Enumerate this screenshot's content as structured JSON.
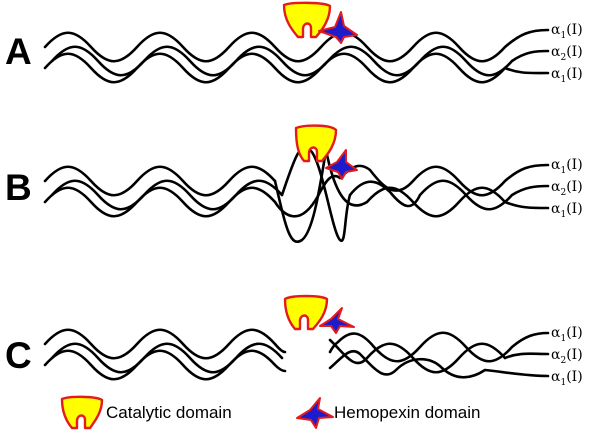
{
  "panels": [
    {
      "id": "A",
      "label": "A",
      "state": "intact triple helix with enzyme bound"
    },
    {
      "id": "B",
      "label": "B",
      "state": "triple helix locally unwound by enzyme"
    },
    {
      "id": "C",
      "label": "C",
      "state": "triple helix cleaved, enzyme released"
    }
  ],
  "chains": [
    {
      "greek": "α",
      "sub": "1",
      "suffix": "(I)"
    },
    {
      "greek": "α",
      "sub": "2",
      "suffix": "(I)"
    },
    {
      "greek": "α",
      "sub": "1",
      "suffix": "(I)"
    }
  ],
  "legend": {
    "catalytic_label": "Catalytic domain",
    "hemopexin_label": "Hemopexin domain"
  },
  "colors": {
    "strand": "#000000",
    "catalytic_fill": "#ffff00",
    "domain_outline": "#e41a1c",
    "hemopexin_fill": "#1c1ccc"
  }
}
